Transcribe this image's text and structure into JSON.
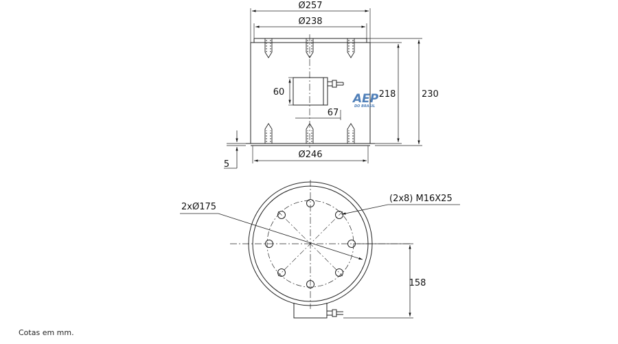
{
  "dimensions": {
    "outer_diameter_top": "Ø257",
    "bolt_circle_top": "Ø238",
    "base_diameter": "Ø246",
    "total_height": "230",
    "body_height": "218",
    "base_height": "5",
    "connector_height": "60",
    "connector_width": "67",
    "pitch_circle": "2xØ175",
    "threads": "(2x8) M16X25",
    "connector_offset": "158"
  },
  "logo": {
    "text": "AEP",
    "subtext": "DO BRASIL",
    "color": "#4f7fb8"
  },
  "footer": {
    "note": "Cotas em mm."
  }
}
